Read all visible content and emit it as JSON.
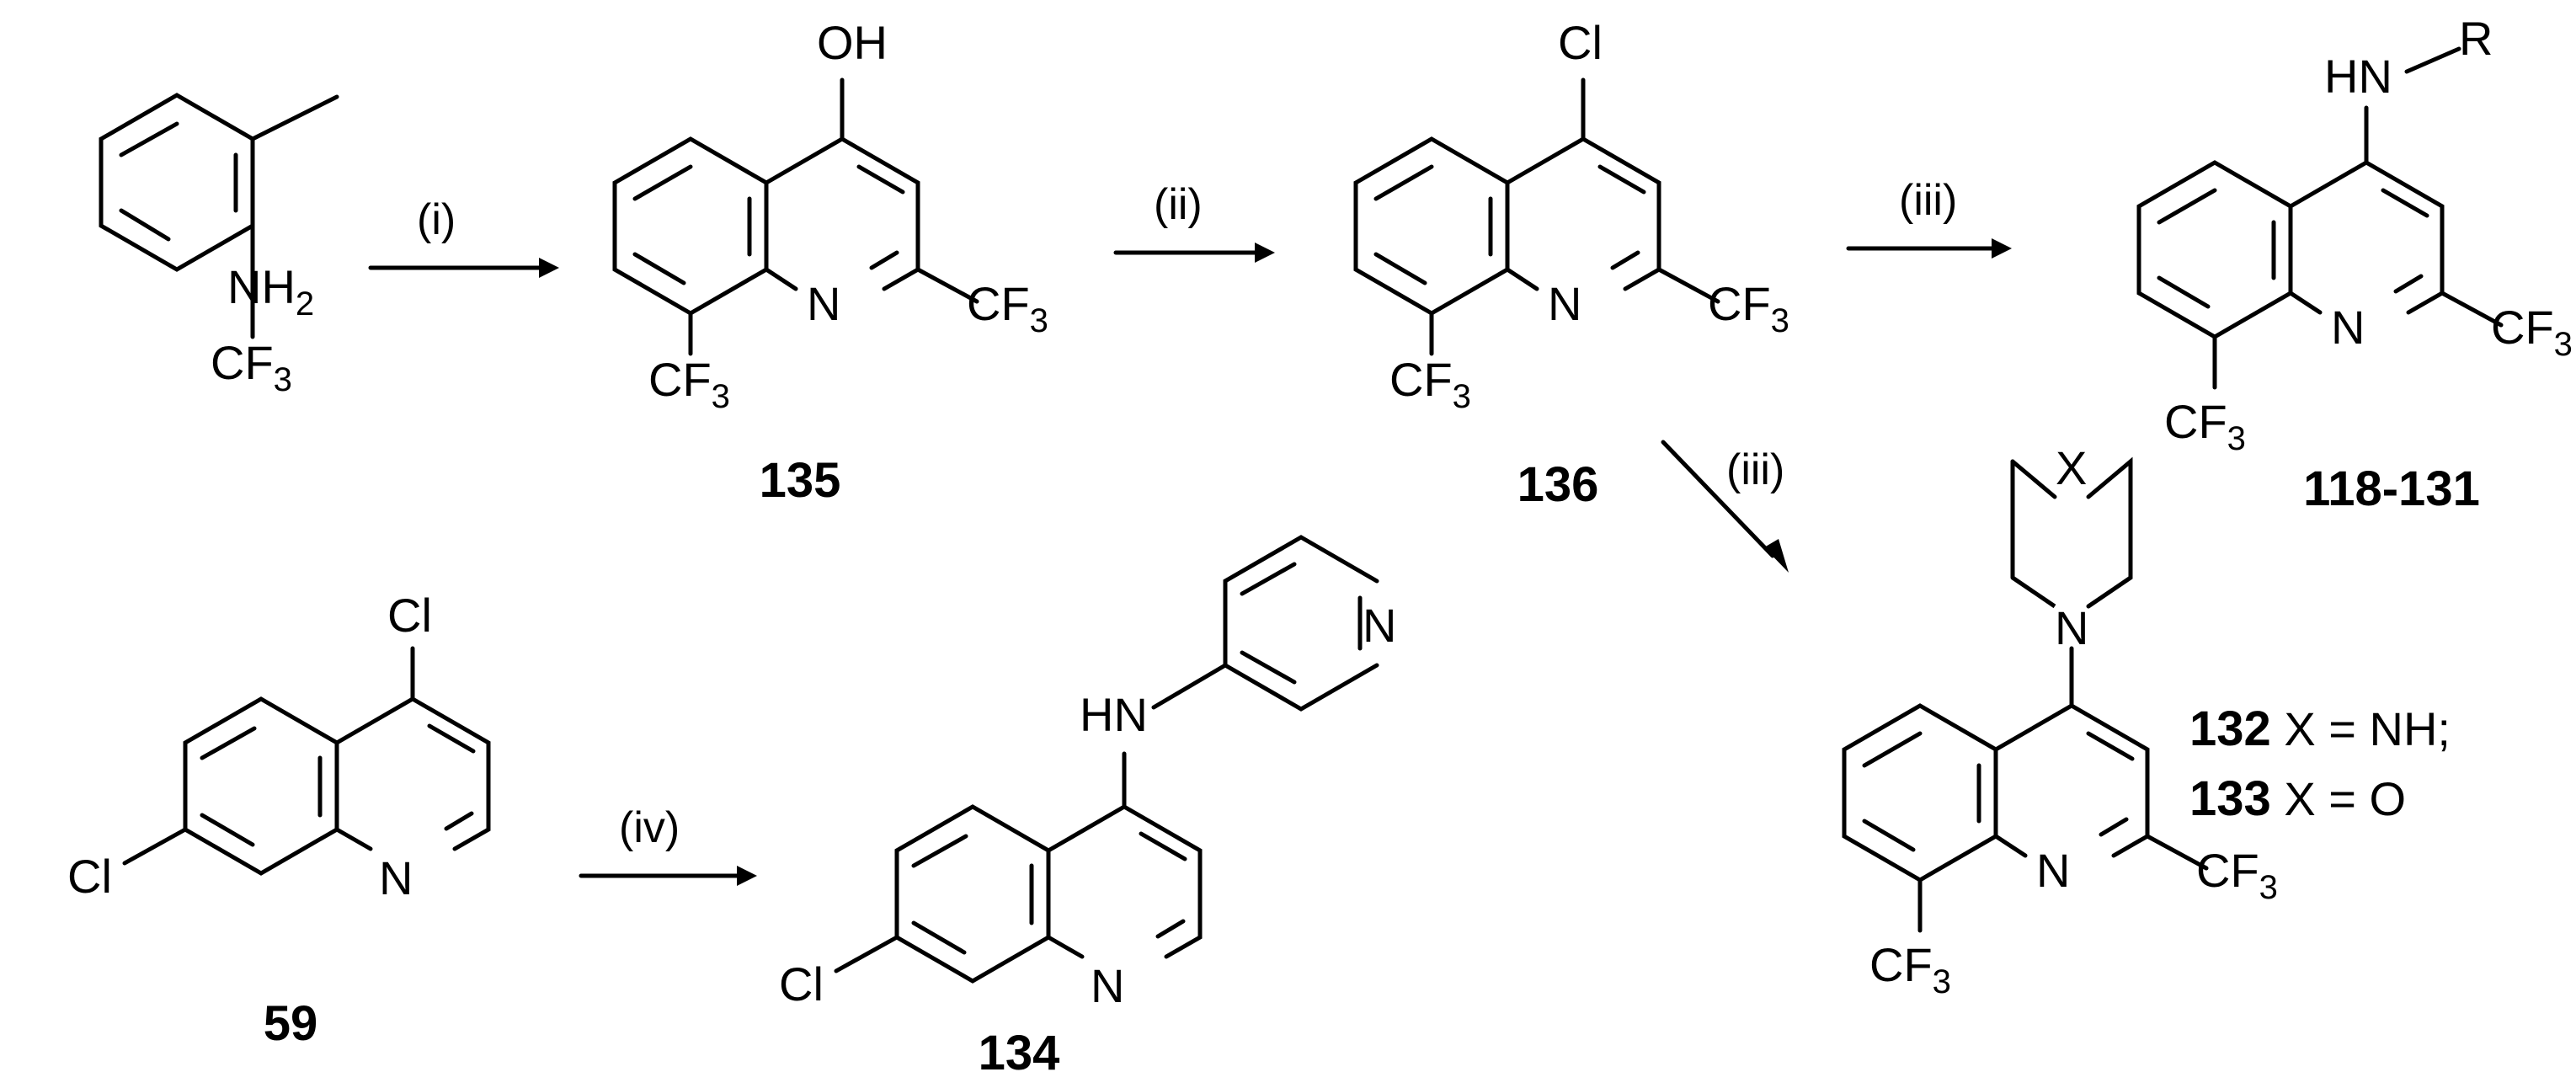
{
  "scheme": {
    "atoms": {
      "oh": "OH",
      "cl": "Cl",
      "n": "N",
      "hn": "HN",
      "nh": "NH",
      "r": "R",
      "x": "X",
      "cf": "CF",
      "three": "3",
      "two": "2"
    },
    "conditions": {
      "i": "(i)",
      "ii": "(ii)",
      "iii": "(iii)",
      "iv": "(iv)"
    },
    "compounds": {
      "c135": "135",
      "c136": "136",
      "c118_131": "118-131",
      "c59": "59",
      "c134": "134",
      "c132": "132",
      "c133": "133"
    },
    "legend": {
      "c132_text": " X = NH;",
      "c133_text": " X = O"
    },
    "colors": {
      "ink": "#000000",
      "background": "#ffffff"
    }
  }
}
